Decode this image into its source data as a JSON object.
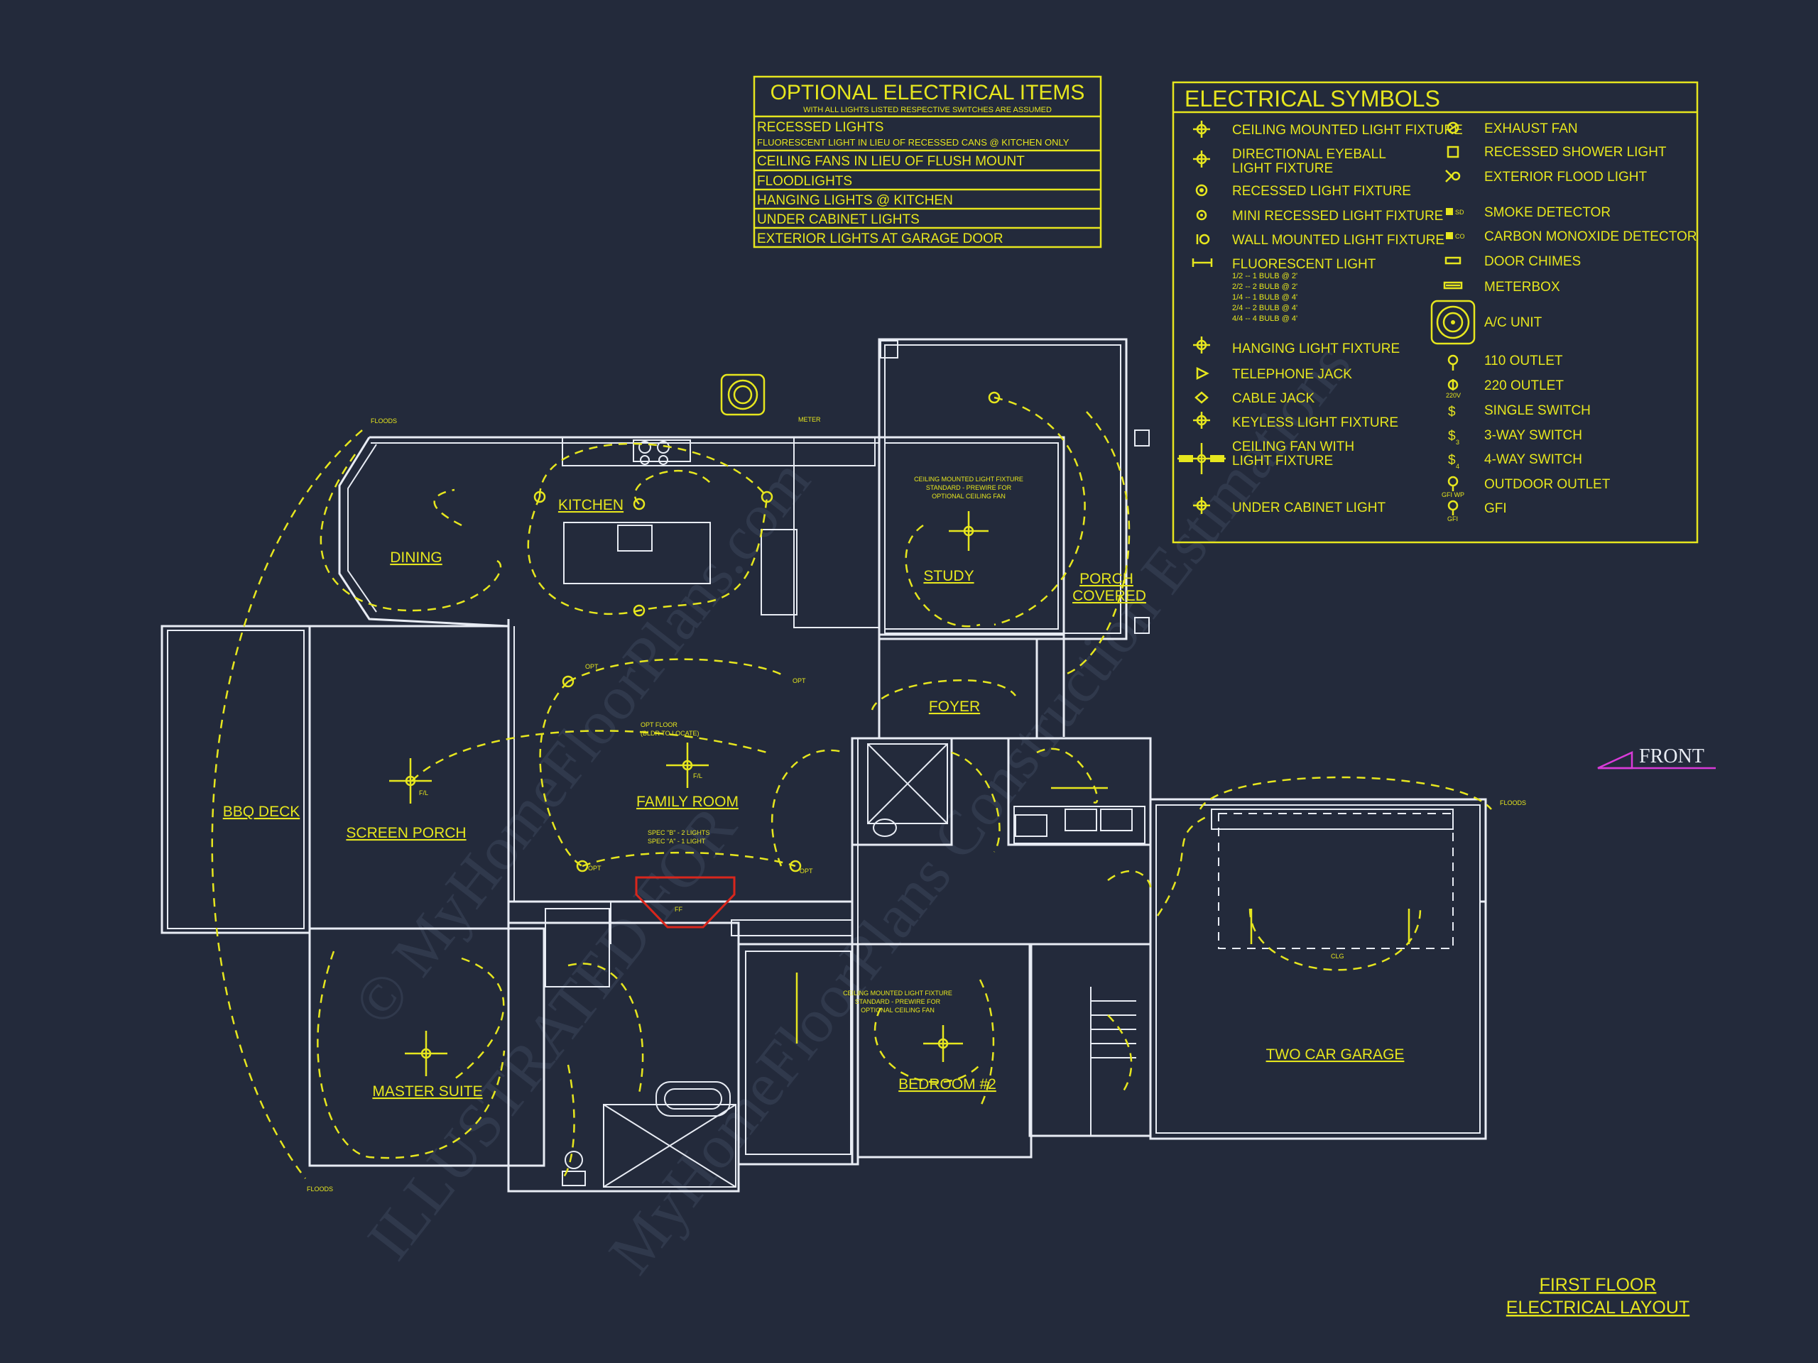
{
  "optional_items": {
    "title": "OPTIONAL ELECTRICAL ITEMS",
    "subtitle": "WITH ALL LIGHTS LISTED RESPECTIVE SWITCHES ARE ASSUMED",
    "rows": [
      "RECESSED LIGHTS",
      "FLUORESCENT LIGHT IN LIEU OF RECESSED CANS @ KITCHEN ONLY",
      "CEILING FANS IN LIEU OF FLUSH MOUNT",
      "FLOODLIGHTS",
      "HANGING LIGHTS @ KITCHEN",
      "UNDER CABINET LIGHTS",
      "EXTERIOR LIGHTS AT GARAGE DOOR"
    ]
  },
  "symbols": {
    "title": "ELECTRICAL SYMBOLS",
    "left": [
      {
        "icon": "ceiling-light-icon",
        "label": "CEILING MOUNTED LIGHT FIXTURE"
      },
      {
        "icon": "eyeball-light-icon",
        "label": "DIRECTIONAL EYEBALL",
        "label2": "LIGHT FIXTURE"
      },
      {
        "icon": "recessed-light-icon",
        "label": "RECESSED LIGHT FIXTURE"
      },
      {
        "icon": "mini-recessed-light-icon",
        "label": "MINI RECESSED LIGHT FIXTURE"
      },
      {
        "icon": "wall-light-icon",
        "label": "WALL MOUNTED LIGHT FIXTURE"
      },
      {
        "icon": "fluorescent-light-icon",
        "label": "FLUORESCENT LIGHT"
      },
      {
        "icon": "hanging-light-icon",
        "label": "HANGING LIGHT FIXTURE"
      },
      {
        "icon": "telephone-jack-icon",
        "label": "TELEPHONE JACK"
      },
      {
        "icon": "cable-jack-icon",
        "label": "CABLE JACK"
      },
      {
        "icon": "keyless-light-icon",
        "label": "KEYLESS LIGHT FIXTURE"
      },
      {
        "icon": "ceiling-fan-icon",
        "label": "CEILING FAN WITH",
        "label2": "LIGHT FIXTURE"
      },
      {
        "icon": "under-cabinet-light-icon",
        "label": "UNDER CABINET LIGHT"
      }
    ],
    "fluorescent_notes": [
      "1/2 -- 1 BULB @ 2'",
      "2/2 -- 2 BULB @ 2'",
      "1/4 -- 1 BULB @ 4'",
      "2/4 -- 2 BULB @ 4'",
      "4/4 -- 4 BULB @ 4'"
    ],
    "right": [
      {
        "icon": "exhaust-fan-icon",
        "label": "EXHAUST FAN"
      },
      {
        "icon": "shower-light-icon",
        "label": "RECESSED SHOWER LIGHT"
      },
      {
        "icon": "flood-light-icon",
        "label": "EXTERIOR FLOOD LIGHT"
      },
      {
        "icon": "smoke-detector-icon",
        "label": "SMOKE DETECTOR"
      },
      {
        "icon": "co-detector-icon",
        "label": "CARBON MONOXIDE DETECTOR"
      },
      {
        "icon": "door-chimes-icon",
        "label": "DOOR CHIMES"
      },
      {
        "icon": "meterbox-icon",
        "label": "METERBOX"
      },
      {
        "icon": "ac-unit-icon",
        "label": "A/C UNIT"
      },
      {
        "icon": "outlet-110-icon",
        "label": "110 OUTLET"
      },
      {
        "icon": "outlet-220-icon",
        "label": "220 OUTLET"
      },
      {
        "icon": "single-switch-icon",
        "label": "SINGLE SWITCH"
      },
      {
        "icon": "three-way-switch-icon",
        "label": "3-WAY SWITCH"
      },
      {
        "icon": "four-way-switch-icon",
        "label": "4-WAY SWITCH"
      },
      {
        "icon": "outdoor-outlet-icon",
        "label": "OUTDOOR OUTLET"
      },
      {
        "icon": "gfi-icon",
        "label": "GFI"
      }
    ]
  },
  "rooms": {
    "dining": "DINING",
    "kitchen": "KITCHEN",
    "study": "STUDY",
    "porch": "PORCH",
    "porch2": "COVERED",
    "foyer": "FOYER",
    "family": "FAMILY ROOM",
    "screen_porch": "SCREEN PORCH",
    "bbq": "BBQ DECK",
    "master": "MASTER SUITE",
    "bedroom2": "BEDROOM #2",
    "garage": "TWO CAR GARAGE"
  },
  "notes": {
    "floods": "FLOODS",
    "meter": "METER",
    "study_note1": "CEILING MOUNTED LIGHT FIXTURE",
    "study_note2": "STANDARD - PREWIRE FOR",
    "study_note3": "OPTIONAL CEILING FAN",
    "opt_floor1": "OPT FLOOR",
    "opt_floor2": "(BLDR TO LOCATE)",
    "spec1": "SPEC \"B\" - 2 LIGHTS",
    "spec2": "SPEC \"A\" - 1 LIGHT",
    "opt": "OPT",
    "ff": "FF",
    "fl": "F/L",
    "clg": "CLG"
  },
  "front_label": "FRONT",
  "title": {
    "line1": "FIRST FLOOR",
    "line2": "ELECTRICAL LAYOUT"
  },
  "watermarks": [
    "© MyHomeFloorPlans.com",
    "ILLUSTRATED FOR",
    "MyHomeFloorPlans Construction Estimations"
  ]
}
